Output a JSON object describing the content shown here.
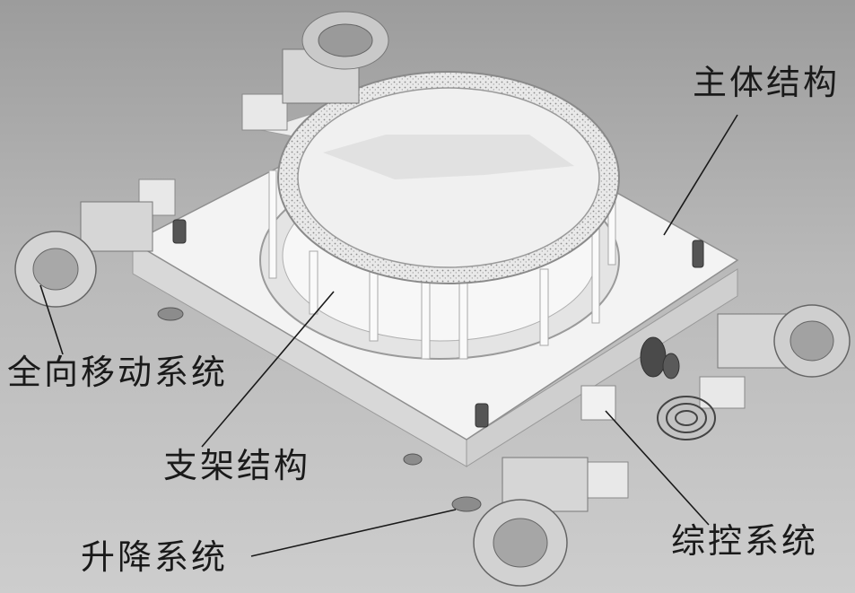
{
  "labels": {
    "main_structure": "主体结构",
    "omni_system": "全向移动系统",
    "frame_structure": "支架结构",
    "control_system": "综控系统",
    "lift_system": "升降系统"
  },
  "colors": {
    "background_top": "#9c9c9c",
    "background_bottom": "#cdcdcd",
    "body": "#f2f2f2",
    "line": "#1a1a1a"
  }
}
